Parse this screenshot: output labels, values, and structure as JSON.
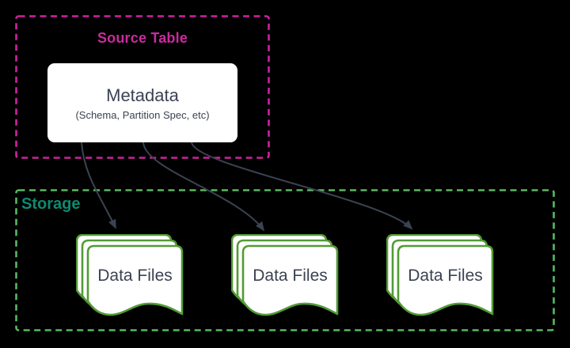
{
  "canvas": {
    "background": "#000000",
    "text_color": "#3b4252"
  },
  "source_table": {
    "label": "Source Table",
    "label_color": "#cb2a9e",
    "border_color": "#d0219f",
    "border_style": "dashed",
    "metadata_node": {
      "title": "Metadata",
      "subtitle": "(Schema, Partition Spec, etc)",
      "fill": "#ffffff"
    }
  },
  "storage": {
    "label": "Storage",
    "label_color": "#0e8a70",
    "border_color": "#58b95f",
    "border_style": "dashed",
    "document_border_color": "#529b35",
    "data_file_nodes": [
      {
        "label": "Data Files"
      },
      {
        "label": "Data Files"
      },
      {
        "label": "Data Files"
      }
    ]
  },
  "connectors": {
    "color": "#3b4352",
    "style": "curved-arrow",
    "from": "Metadata",
    "to_each": "Data Files"
  }
}
